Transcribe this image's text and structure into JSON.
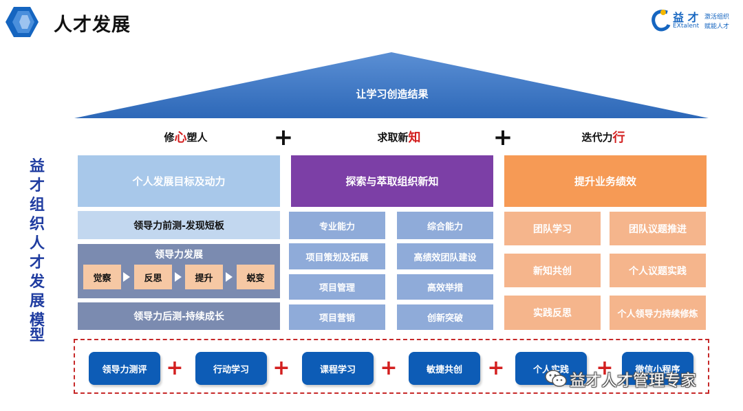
{
  "header": {
    "title": "人才发展",
    "brand": {
      "name": "益 才",
      "name_en": "EXtalent",
      "slogan_1": "激活组织",
      "slogan_2": "赋能人才"
    }
  },
  "roof": {
    "label": "让学习创造结果"
  },
  "pillars": {
    "left": {
      "title_pre": "修",
      "title_accent": "心",
      "title_post": "塑人"
    },
    "middle": {
      "title_pre": "求取新",
      "title_accent": "知",
      "title_post": ""
    },
    "right": {
      "title_pre": "迭代力",
      "title_accent": "行",
      "title_post": ""
    },
    "plus": "+"
  },
  "left_column": {
    "header": "个人发展目标及动力",
    "pre_test": "领导力前测-发现短板",
    "development": {
      "title": "领导力发展",
      "steps": [
        "觉察",
        "反思",
        "提升",
        "蜕变"
      ]
    },
    "post_test": "领导力后测-持续成长"
  },
  "middle_column": {
    "header": "探索与萃取组织新知",
    "cells": [
      "专业能力",
      "综合能力",
      "项目策划及拓展",
      "高绩效团队建设",
      "项目管理",
      "高效举措",
      "项目营销",
      "创新突破"
    ]
  },
  "right_column": {
    "header": "提升业务绩效",
    "cells": [
      "团队学习",
      "团队议题推进",
      "新知共创",
      "个人议题实践",
      "实践反思",
      "个人领导力持续修炼"
    ]
  },
  "side_title": [
    "益",
    "才",
    "组",
    "织",
    "人",
    "才",
    "发",
    "展",
    "模",
    "型"
  ],
  "bottom": {
    "items": [
      "领导力测评",
      "行动学习",
      "课程学习",
      "敏捷共创",
      "个人实践",
      "微信小程序"
    ],
    "plus": "+"
  },
  "watermark": {
    "text": "益才人才管理专家"
  },
  "colors": {
    "roof": "#3a76c4",
    "purple": "#7c3fa6",
    "orange": "#f69a55",
    "pill": "#0d5cb6",
    "accent_red": "#d32020"
  }
}
